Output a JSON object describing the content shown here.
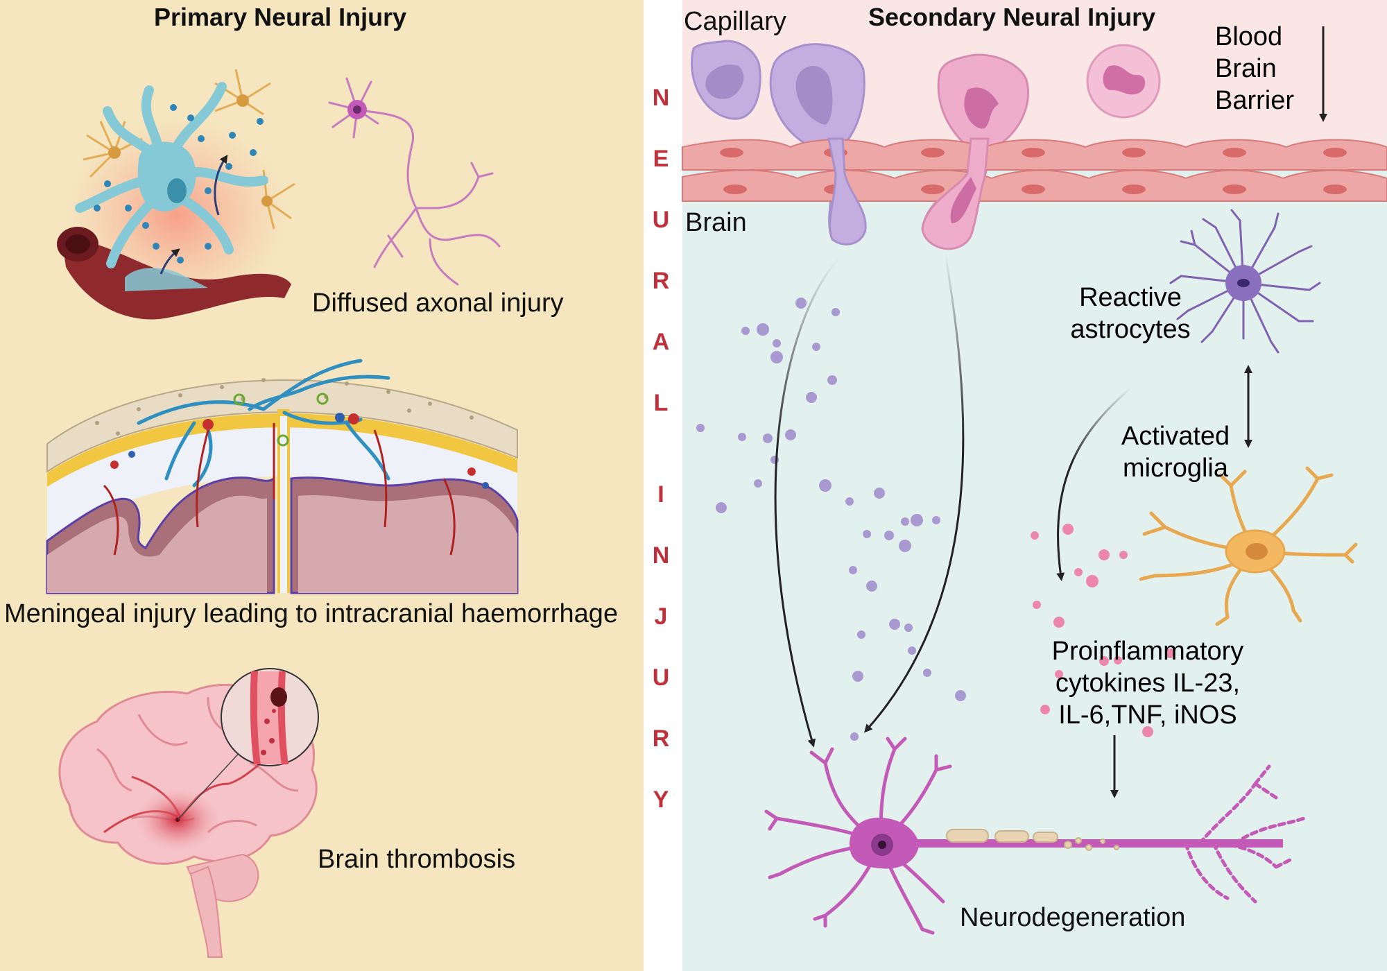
{
  "left_panel": {
    "title": "Primary Neural Injury",
    "captions": {
      "axonal": "Diffused axonal injury",
      "meningeal": "Meningeal injury leading to intracranial haemorrhage",
      "thrombosis": "Brain thrombosis"
    }
  },
  "right_panel": {
    "title": "Secondary Neural Injury",
    "labels": {
      "capillary": "Capillary",
      "brain": "Brain",
      "bbb_line1": "Blood",
      "bbb_line2": "Brain",
      "bbb_line3": "Barrier",
      "astro_line1": "Reactive",
      "astro_line2": "astrocytes",
      "micro_line1": "Activated",
      "micro_line2": "microglia",
      "cyto_line1": "Proinflammatory",
      "cyto_line2": "cytokines IL-23,",
      "cyto_line3": "IL-6,TNF, iNOS",
      "neurodegeneration": "Neurodegeneration"
    }
  },
  "vertical_word": {
    "letters": [
      "N",
      "E",
      "U",
      "R",
      "A",
      "L",
      "I",
      "N",
      "J",
      "U",
      "R",
      "Y"
    ]
  },
  "colors": {
    "left_bg": "#f5e6c0",
    "capillary_bg": "#fbe6e6",
    "brain_bg": "#e3f1ee",
    "accent_red": "#c0303a",
    "astrocyte": "#7e62b0",
    "microglia": "#e8a850",
    "neuron": "#b84fa4",
    "vessel": "#8e2a2e"
  }
}
